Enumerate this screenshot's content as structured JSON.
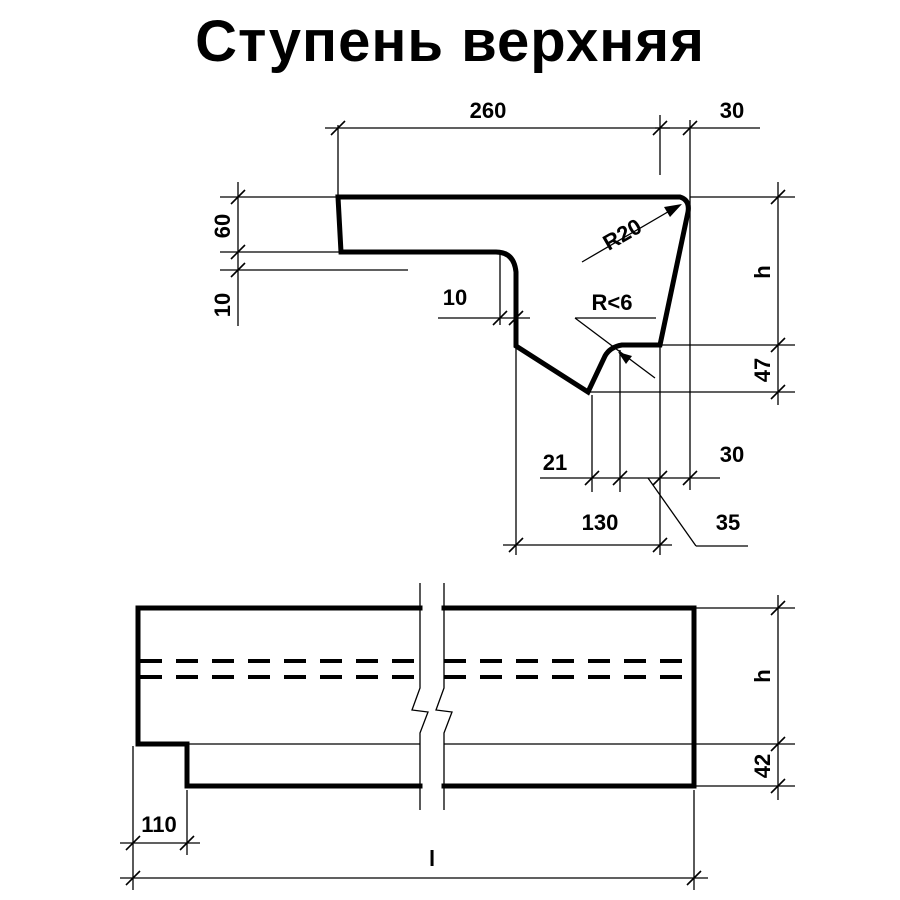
{
  "title": "Ступень верхняя",
  "section": {
    "dimensions": {
      "top_width": "260",
      "top_right_offset": "30",
      "left_height_60": "60",
      "left_height_10": "10",
      "step_10": "10",
      "radius_20": "R20",
      "radius_6": "R<6",
      "height_h": "h",
      "height_47": "47",
      "bottom_21": "21",
      "bottom_right_30": "30",
      "bottom_130": "130",
      "bottom_35": "35"
    }
  },
  "elevation": {
    "dimensions": {
      "height_h": "h",
      "height_42": "42",
      "left_110": "110",
      "length_l": "l"
    }
  }
}
